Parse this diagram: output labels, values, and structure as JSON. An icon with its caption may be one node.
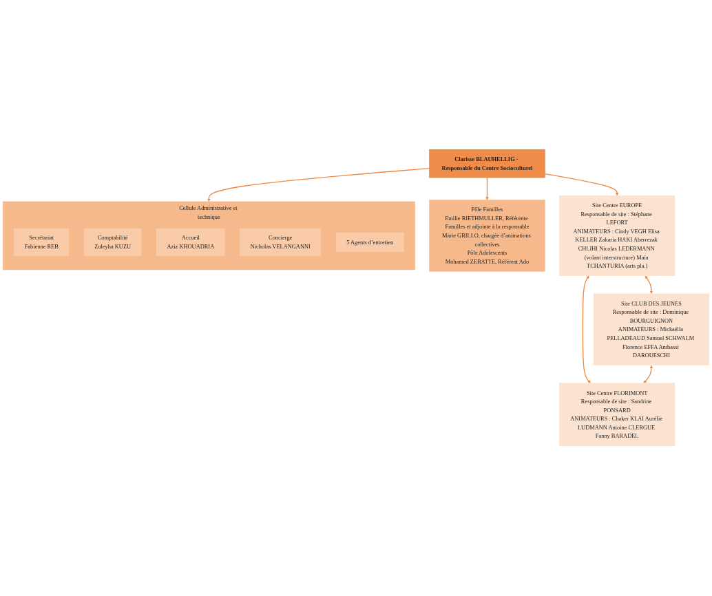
{
  "diagram": {
    "nodes": [
      {
        "text": [
          "Clarisse BLAUHELLIG - Responsable du Centre Socioculturel"
        ]
      },
      {
        "text": [
          "Cellule Administrative et technique"
        ]
      },
      {
        "text": [
          "Secrétariat",
          "Fabienne REB"
        ],
        "in": 1
      },
      {
        "text": [
          "Comptabilité",
          "Zuleyha KUZU"
        ],
        "in": 1
      },
      {
        "text": [
          "Accueil",
          "Aziz KHOUADRIA"
        ],
        "in": 1
      },
      {
        "text": [
          "Concierge",
          "Nicholas VELANGANNI"
        ],
        "in": 1
      },
      {
        "text": [
          "5 Agents d’entretien"
        ],
        "in": 1
      },
      {
        "text": [
          "Pôle Familles",
          "Emilie RIETHMULLER, Référente Familles et adjointe à la responsable",
          "Marie GRILLO, chargée d’animations collectives",
          "Pôle Adolescents",
          "Mohamed ZEBATTE, Référent Ado"
        ]
      },
      {
        "text": [
          "Site Centre EUROPE",
          "Responsable de site : Stéphane LEFORT",
          "ANIMATEURS : Cindy VEGH Elisa KELLER Zakaria HAKI Aberrezak CHLIHI Nicolas LEDERMANN (volant interstructure) Maïa TCHANTURIA (arts pla.)"
        ]
      },
      {
        "text": [
          "Site CLUB DES JEUNES",
          "Responsable de site : Dominique BOURGUIGNON",
          "ANIMATEURS : Mickaëlla PELLADEAUD Samuel SCHWALM Florence EFFA Ambassi DAROUESCHI"
        ]
      },
      {
        "text": [
          "Site Centre FLORIMONT",
          "Responsable de site : Sandrine PONSARD",
          "ANIMATEURS : Chaker KLAI Aurélie LUDMANN Antoine CLERGUE Fanny BARADEL"
        ]
      }
    ],
    "edges": [
      {
        "from": 0,
        "to": 1,
        "arrow": "to"
      },
      {
        "from": 0,
        "to": 8,
        "arrow": "to"
      },
      {
        "from": 0,
        "to": 7,
        "arrow": "to"
      },
      {
        "from": 8,
        "to": 9,
        "arrow": "both"
      },
      {
        "from": 8,
        "to": 10,
        "arrow": "both"
      },
      {
        "from": 9,
        "to": 10,
        "arrow": "both"
      }
    ]
  }
}
